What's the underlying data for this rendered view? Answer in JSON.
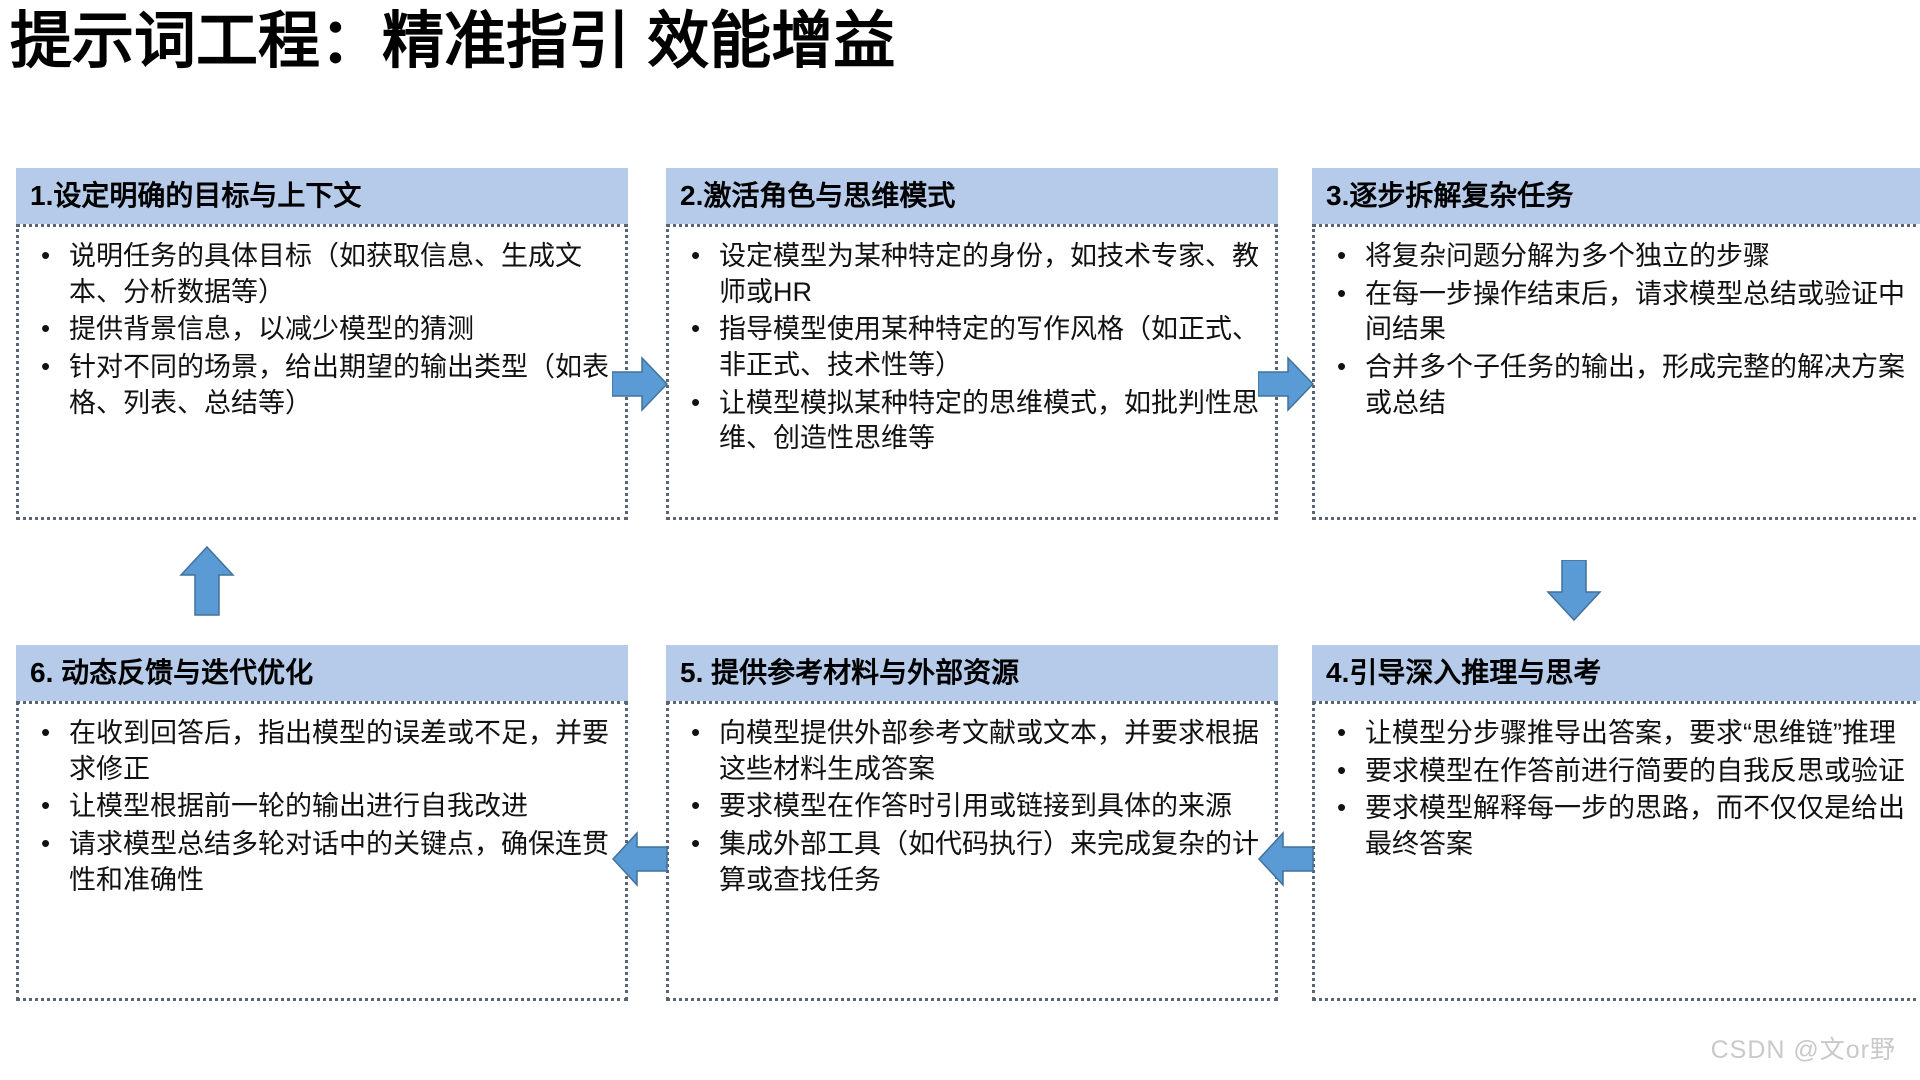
{
  "title": "提示词工程：精准指引 效能增益",
  "colors": {
    "header_bg": "#b5cbe9",
    "arrow_fill": "#5b9bd5",
    "arrow_stroke": "#41719c",
    "body_border": "#5a6472",
    "text": "#111111",
    "watermark": "#c9c9c9"
  },
  "cards": [
    {
      "id": "card-1",
      "header": "1.设定明确的目标与上下文",
      "bullets": [
        "说明任务的具体目标（如获取信息、生成文本、分析数据等）",
        "提供背景信息，以减少模型的猜测",
        "针对不同的场景，给出期望的输出类型（如表格、列表、总结等）"
      ]
    },
    {
      "id": "card-2",
      "header": "2.激活角色与思维模式",
      "bullets": [
        "设定模型为某种特定的身份，如技术专家、教师或HR",
        "指导模型使用某种特定的写作风格（如正式、非正式、技术性等）",
        "让模型模拟某种特定的思维模式，如批判性思维、创造性思维等"
      ]
    },
    {
      "id": "card-3",
      "header": "3.逐步拆解复杂任务",
      "bullets": [
        "将复杂问题分解为多个独立的步骤",
        "在每一步操作结束后，请求模型总结或验证中间结果",
        "合并多个子任务的输出，形成完整的解决方案或总结"
      ]
    },
    {
      "id": "card-4",
      "header": "4.引导深入推理与思考",
      "bullets": [
        "让模型分步骤推导出答案，要求“思维链”推理",
        "要求模型在作答前进行简要的自我反思或验证",
        "要求模型解释每一步的思路，而不仅仅是给出最终答案"
      ]
    },
    {
      "id": "card-5",
      "header": "5. 提供参考材料与外部资源",
      "bullets": [
        "向模型提供外部参考文献或文本，并要求根据这些材料生成答案",
        "要求模型在作答时引用或链接到具体的来源",
        "集成外部工具（如代码执行）来完成复杂的计算或查找任务"
      ]
    },
    {
      "id": "card-6",
      "header": "6. 动态反馈与迭代优化",
      "bullets": [
        "在收到回答后，指出模型的误差或不足，并要求修正",
        "让模型根据前一轮的输出进行自我改进",
        "请求模型总结多轮对话中的关键点，确保连贯性和准确性"
      ]
    }
  ],
  "arrows": [
    {
      "id": "arrow-1-2",
      "direction": "right",
      "from": "card-1",
      "to": "card-2"
    },
    {
      "id": "arrow-2-3",
      "direction": "right",
      "from": "card-2",
      "to": "card-3"
    },
    {
      "id": "arrow-3-4",
      "direction": "down",
      "from": "card-3",
      "to": "card-4"
    },
    {
      "id": "arrow-4-5",
      "direction": "left",
      "from": "card-4",
      "to": "card-5"
    },
    {
      "id": "arrow-5-6",
      "direction": "left",
      "from": "card-5",
      "to": "card-6"
    },
    {
      "id": "arrow-6-1",
      "direction": "up",
      "from": "card-6",
      "to": "card-1"
    }
  ],
  "watermark": "CSDN @文or野"
}
